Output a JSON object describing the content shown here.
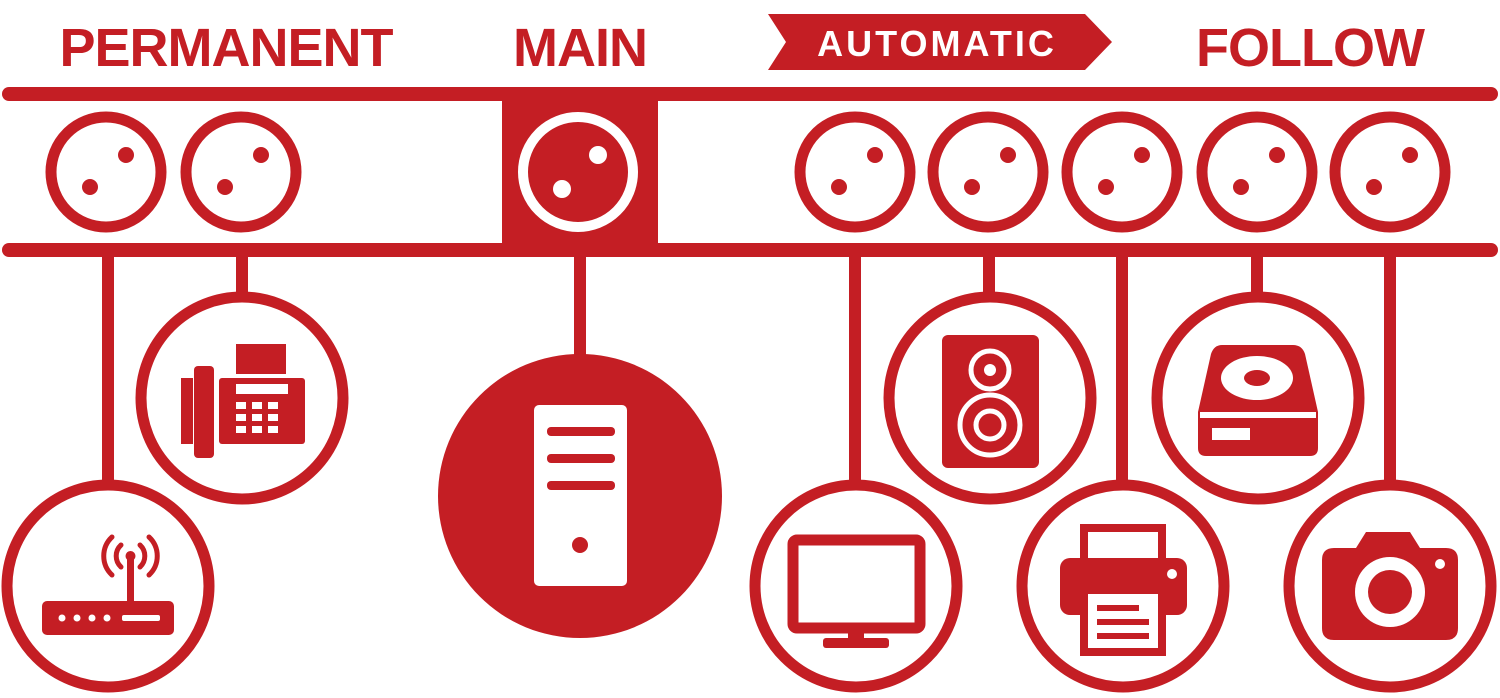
{
  "labels": {
    "permanent": "PERMANENT",
    "main": "MAIN",
    "automatic": "AUTOMATIC",
    "follow": "FOLLOW"
  },
  "groups": {
    "permanent": {
      "outlets": 2,
      "devices": [
        "router-icon",
        "fax-icon"
      ]
    },
    "main": {
      "outlets": 1,
      "devices": [
        "computer-tower-icon"
      ]
    },
    "automatic_follow": {
      "outlets": 5,
      "devices": [
        "monitor-icon",
        "speaker-icon",
        "printer-icon",
        "hard-drive-icon",
        "camera-icon"
      ]
    }
  },
  "colors": {
    "accent": "#C41E24",
    "background": "#FFFFFF"
  }
}
